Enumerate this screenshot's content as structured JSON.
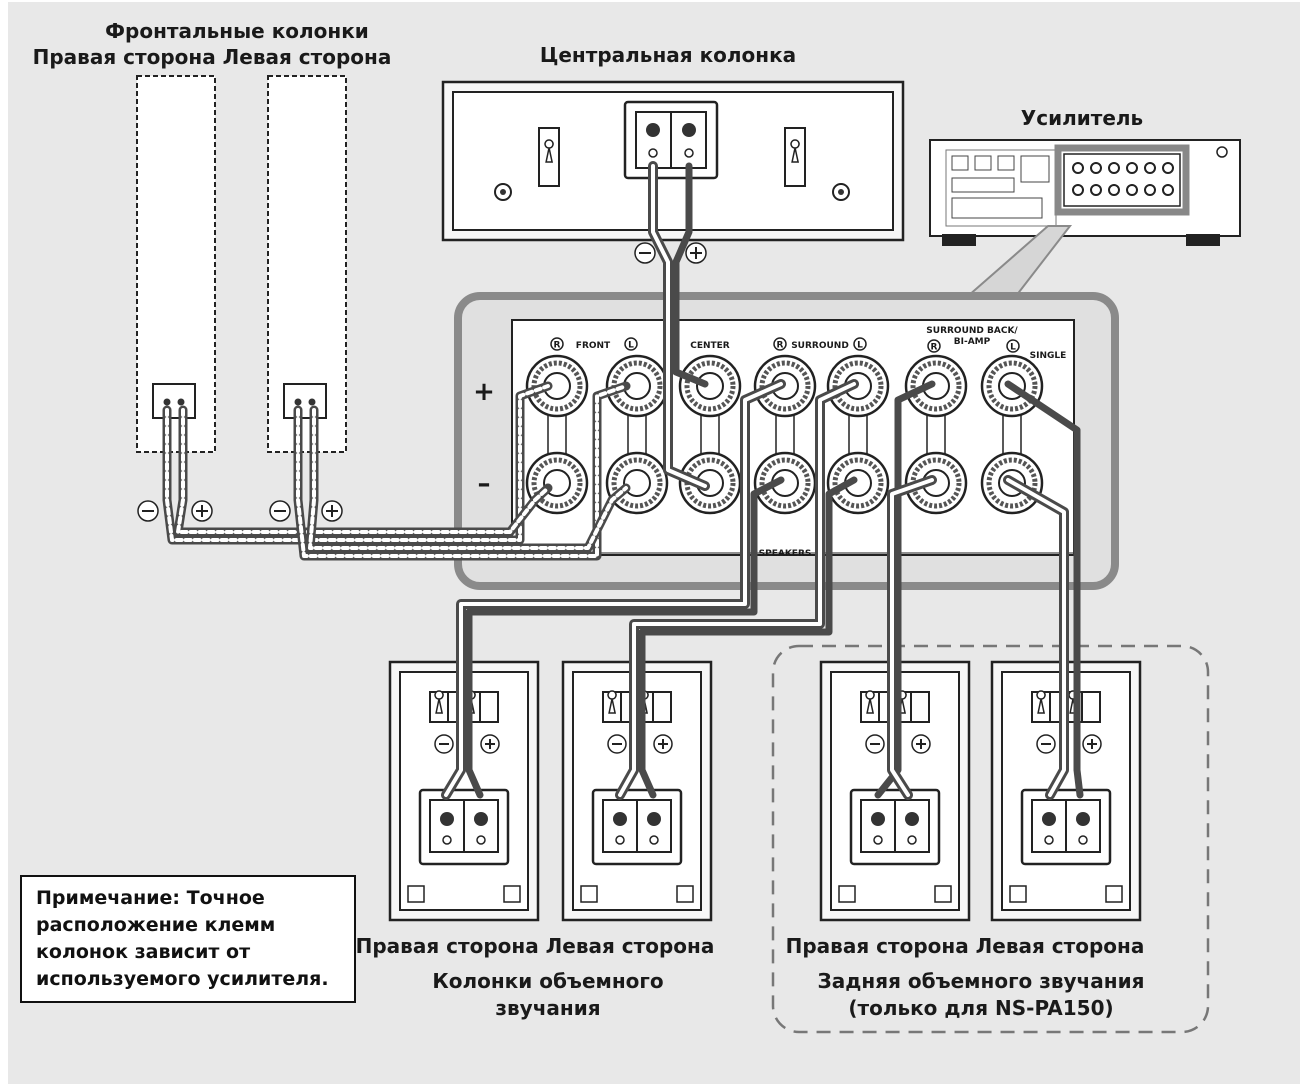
{
  "labels": {
    "front_title": "Фронтальные колонки",
    "front_sides": "Правая сторона Левая сторона",
    "center_title": "Центральная колонка",
    "amp_title": "Усилитель",
    "surround_sides": "Правая сторона Левая сторона",
    "surround_title_1": "Колонки объемного",
    "surround_title_2": "звучания",
    "back_sides": "Правая сторона Левая сторона",
    "back_title_1": "Задняя объемного звучания",
    "back_title_2": "(только для NS-PA150)"
  },
  "panel": {
    "front": "FRONT",
    "center": "CENTER",
    "surround": "SURROUND",
    "surround_back_1": "SURROUND BACK/",
    "surround_back_2": "BI-AMP",
    "single": "SINGLE",
    "speakers": "SPEAKERS",
    "plus": "+",
    "minus": "–",
    "r": "R",
    "l": "L"
  },
  "polarity": {
    "minus": "–",
    "plus": "+"
  },
  "note": {
    "line1": "Примечание: Точное",
    "line2": "расположение клемм",
    "line3": "колонок зависит от",
    "line4": "используемого усилителя."
  },
  "colors": {
    "background": "#e8e8e8",
    "wire_dark": "#4a4a4a",
    "wire_light": "#ffffff",
    "outline": "#222222"
  }
}
